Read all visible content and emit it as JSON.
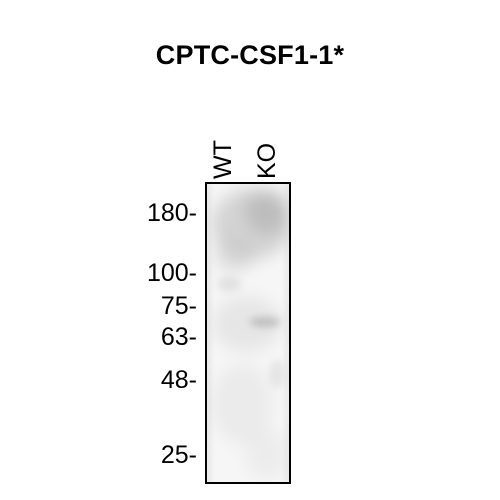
{
  "title": "CPTC-CSF1-1*",
  "lanes": [
    "WT",
    "KO"
  ],
  "mw_markers": [
    "180-",
    "100-",
    "75-",
    "63-",
    "48-",
    "25-"
  ]
}
